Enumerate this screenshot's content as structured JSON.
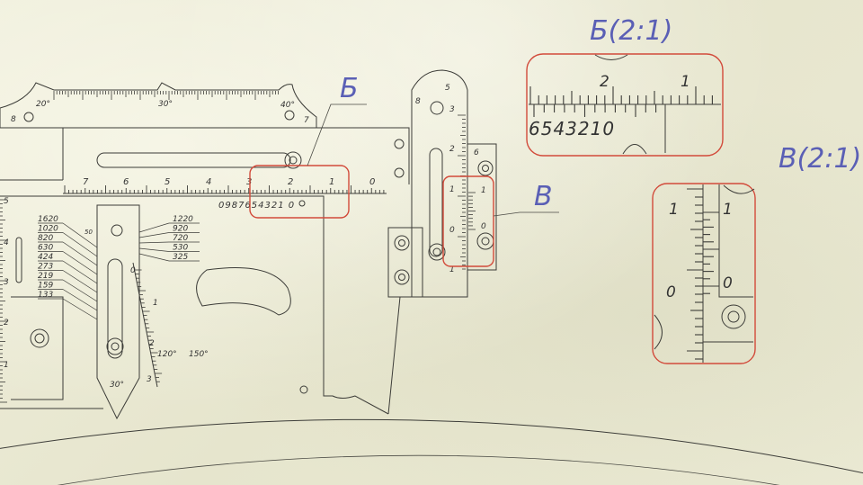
{
  "top_scale": {
    "labels": [
      "20°",
      "30°",
      "40°"
    ],
    "corner_left": "8",
    "corner_right": "7"
  },
  "main_scale": {
    "labels": [
      "7",
      "6",
      "5",
      "4",
      "3",
      "2",
      "1",
      "0"
    ],
    "vernier_digits": "0987654321 0"
  },
  "left_scale": {
    "labels": [
      "5",
      "4",
      "3",
      "2",
      "1"
    ]
  },
  "radius_left": [
    "1620",
    "1020",
    "820",
    "630",
    "424",
    "273",
    "219",
    "159",
    "133"
  ],
  "radius_right": [
    "1220",
    "920",
    "720",
    "530",
    "325"
  ],
  "marker_50": "50",
  "gauge": {
    "angle_30": "30°",
    "angle_120": "120°",
    "angle_150": "150°",
    "wedge_labels": [
      "0",
      "1",
      "2",
      "3"
    ]
  },
  "vertical_scale": {
    "labels": [
      "3",
      "2",
      "1",
      "0",
      "1"
    ],
    "vernier_labels": [
      "6",
      "1",
      "0"
    ],
    "top_numbers": [
      "5",
      "8"
    ]
  },
  "callouts": {
    "b_label": "Б",
    "v_label": "В"
  },
  "detail_b": {
    "title": "Б(2:1)",
    "scale_labels": [
      "2",
      "1"
    ],
    "vernier_digits": "6543210"
  },
  "detail_v": {
    "title": "В(2:1)",
    "labels_left": [
      "1",
      "0"
    ],
    "labels_right": [
      "1",
      "0"
    ]
  },
  "colors": {
    "ink": "#3c3c38",
    "callout_red": "#d24a3a",
    "handwriting_blue": "#5a5fb5",
    "paper": "#ecebd6"
  }
}
